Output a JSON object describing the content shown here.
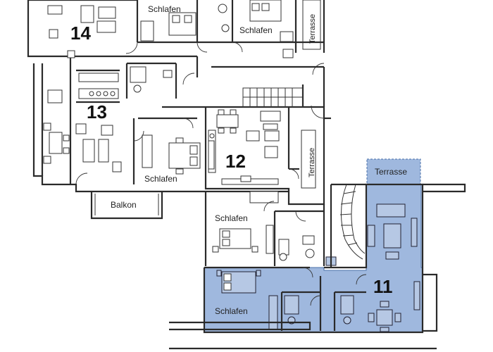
{
  "floorplan": {
    "units": {
      "u14": "14",
      "u13": "13",
      "u12": "12",
      "u11": "11"
    },
    "rooms": {
      "schlafen_top_left": "Schlafen",
      "schlafen_top_right": "Schlafen",
      "terrasse_top": "Terrasse",
      "schlafen_13": "Schlafen",
      "terrasse_12": "Terrasse",
      "balkon_13": "Balkon",
      "schlafen_12_lower": "Schlafen",
      "terrasse_11": "Terrasse",
      "schlafen_11": "Schlafen"
    },
    "colors": {
      "highlight_fill": "#9fb8de",
      "highlight_stroke": "#4a6fa8",
      "wall": "#2a2a2a",
      "background": "#ffffff"
    }
  }
}
